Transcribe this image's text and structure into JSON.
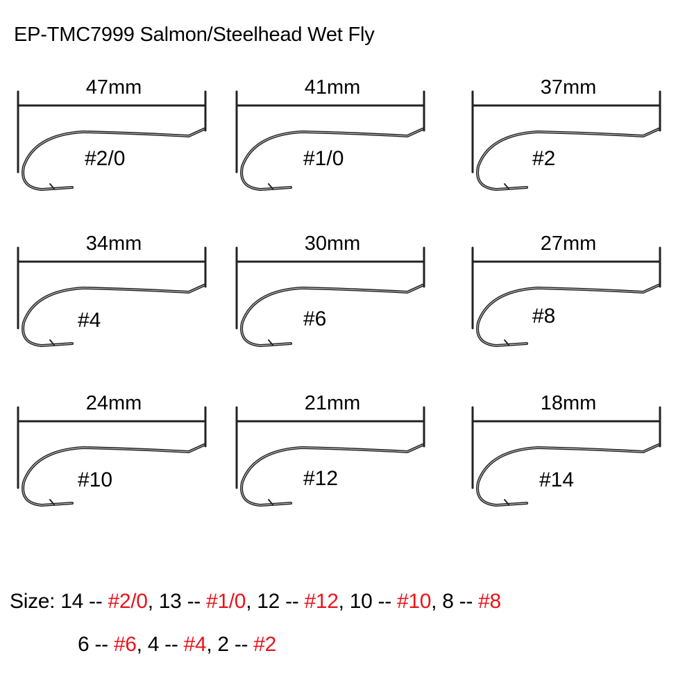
{
  "title": "EP-TMC7999 Salmon/Steelhead Wet Fly",
  "hooks": [
    {
      "length": "47mm",
      "size": "#2/0"
    },
    {
      "length": "41mm",
      "size": "#1/0"
    },
    {
      "length": "37mm",
      "size": "#2"
    },
    {
      "length": "34mm",
      "size": "#4"
    },
    {
      "length": "30mm",
      "size": "#6"
    },
    {
      "length": "27mm",
      "size": "#8"
    },
    {
      "length": "24mm",
      "size": "#10"
    },
    {
      "length": "21mm",
      "size": "#12"
    },
    {
      "length": "18mm",
      "size": "#14"
    }
  ],
  "size_chart": {
    "label": "Size:",
    "line1": [
      {
        "num": "14 -- ",
        "code": "#2/0",
        "sep": ", "
      },
      {
        "num": "13 -- ",
        "code": "#1/0",
        "sep": ", "
      },
      {
        "num": "12 -- ",
        "code": "#12",
        "sep": ", "
      },
      {
        "num": "10 -- ",
        "code": "#10",
        "sep": ", "
      },
      {
        "num": "8 -- ",
        "code": "#8",
        "sep": ""
      }
    ],
    "line2": [
      {
        "num": "6 -- ",
        "code": "#6",
        "sep": ", "
      },
      {
        "num": "4 -- ",
        "code": "#4",
        "sep": ", "
      },
      {
        "num": "2 -- ",
        "code": "#2",
        "sep": ""
      }
    ]
  },
  "colors": {
    "highlight": "#e8141b",
    "text": "#000000"
  }
}
